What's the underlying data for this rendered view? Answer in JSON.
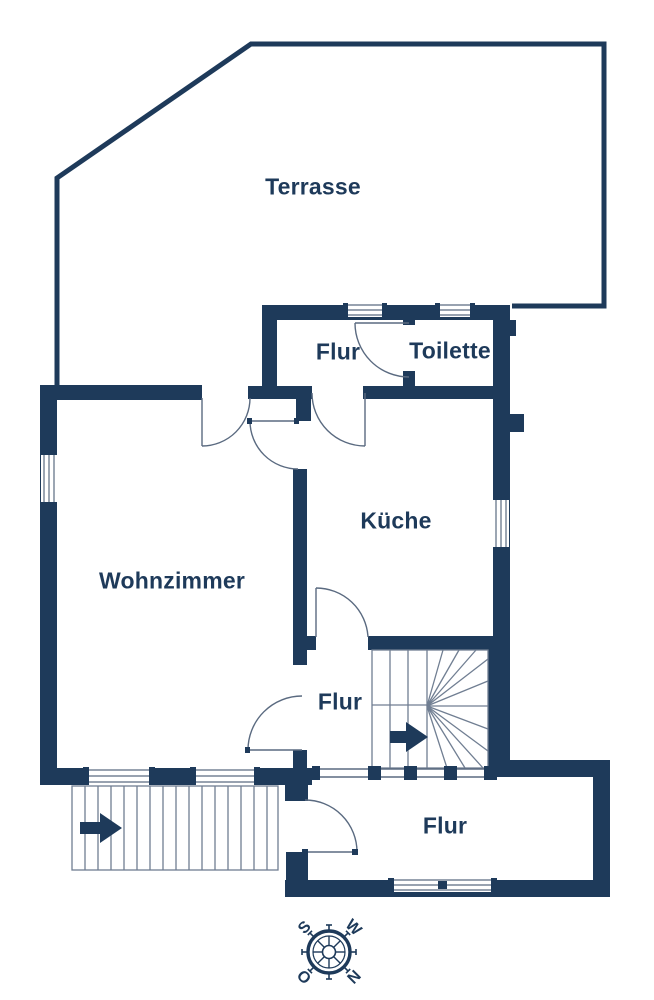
{
  "rooms": {
    "terrasse": {
      "label": "Terrasse"
    },
    "flur_top": {
      "label": "Flur"
    },
    "toilette": {
      "label": "Toilette"
    },
    "kueche": {
      "label": "Küche"
    },
    "wohnzimmer": {
      "label": "Wohnzimmer"
    },
    "flur_mitte": {
      "label": "Flur"
    },
    "flur_unten": {
      "label": "Flur"
    }
  },
  "compass": {
    "north": "N",
    "east": "O",
    "south": "S",
    "west": "W"
  },
  "colors": {
    "wall": "#1e3a5a",
    "line": "#5a6a80",
    "stair": "#707e92",
    "text": "#1e3a5a",
    "background": "#ffffff"
  }
}
